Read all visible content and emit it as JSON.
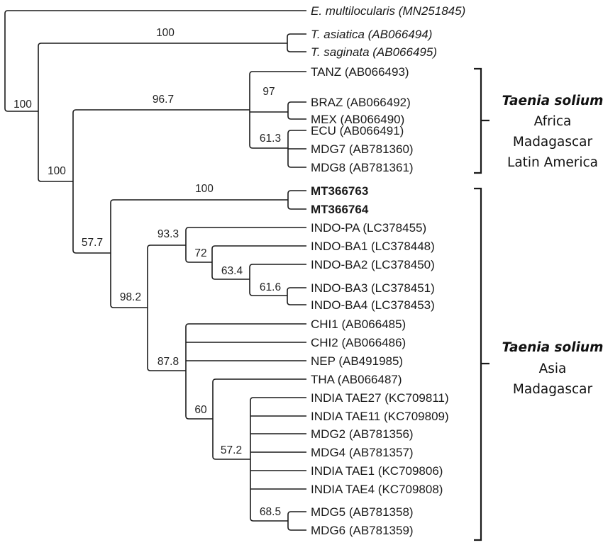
{
  "figure": {
    "type": "phylogenetic-tree",
    "leaves": [
      {
        "id": "emul",
        "label": "E. multilocularis (MN251845)",
        "style": "italic"
      },
      {
        "id": "tasi",
        "label": "T. asiatica (AB066494)",
        "style": "italic"
      },
      {
        "id": "tsag",
        "label": "T. saginata (AB066495)",
        "style": "italic"
      },
      {
        "id": "tanz",
        "label": "TANZ (AB066493)",
        "style": "normal"
      },
      {
        "id": "braz",
        "label": "BRAZ (AB066492)",
        "style": "normal"
      },
      {
        "id": "mex",
        "label": "MEX (AB066490)",
        "style": "normal"
      },
      {
        "id": "ecu",
        "label": "ECU (AB066491)",
        "style": "normal"
      },
      {
        "id": "mdg7",
        "label": "MDG7 (AB781360)",
        "style": "normal"
      },
      {
        "id": "mdg8",
        "label": "MDG8 (AB781361)",
        "style": "normal"
      },
      {
        "id": "mt3",
        "label": "MT366763",
        "style": "bold"
      },
      {
        "id": "mt4",
        "label": "MT366764",
        "style": "bold"
      },
      {
        "id": "indopa",
        "label": "INDO-PA (LC378455)",
        "style": "normal"
      },
      {
        "id": "indoba1",
        "label": "INDO-BA1 (LC378448)",
        "style": "normal"
      },
      {
        "id": "indoba2",
        "label": "INDO-BA2 (LC378450)",
        "style": "normal"
      },
      {
        "id": "indoba3",
        "label": "INDO-BA3 (LC378451)",
        "style": "normal"
      },
      {
        "id": "indoba4",
        "label": "INDO-BA4 (LC378453)",
        "style": "normal"
      },
      {
        "id": "chi1",
        "label": "CHI1 (AB066485)",
        "style": "normal"
      },
      {
        "id": "chi2",
        "label": "CHI2 (AB066486)",
        "style": "normal"
      },
      {
        "id": "nep",
        "label": "NEP (AB491985)",
        "style": "normal"
      },
      {
        "id": "tha",
        "label": "THA (AB066487)",
        "style": "normal"
      },
      {
        "id": "tae27",
        "label": "INDIA TAE27 (KC709811)",
        "style": "normal"
      },
      {
        "id": "tae11",
        "label": "INDIA TAE11 (KC709809)",
        "style": "normal"
      },
      {
        "id": "mdg2",
        "label": "MDG2 (AB781356)",
        "style": "normal"
      },
      {
        "id": "mdg4",
        "label": "MDG4 (AB781357)",
        "style": "normal"
      },
      {
        "id": "tae1",
        "label": "INDIA TAE1 (KC709806)",
        "style": "normal"
      },
      {
        "id": "tae4",
        "label": "INDIA TAE4 (KC709808)",
        "style": "normal"
      },
      {
        "id": "mdg5",
        "label": "MDG5 (AB781358)",
        "style": "normal"
      },
      {
        "id": "mdg6",
        "label": "MDG6 (AB781359)",
        "style": "normal"
      }
    ],
    "support_values": {
      "root": "100",
      "asiatica_saginata": "100",
      "solium": "100",
      "africa_latam": "96.7",
      "braz_mex": "97",
      "ecu_mdg": "61.3",
      "asia": "57.7",
      "mt_clade": "100",
      "asia_main": "98.2",
      "indo": "93.3",
      "indo_ba": "72",
      "indo_ba2_4": "63.4",
      "indo_ba3_4": "61.6",
      "asia_mainland": "87.8",
      "tha_clade": "60",
      "india_mdg": "57.2",
      "mdg5_6": "68.5"
    },
    "groups": [
      {
        "title": "Taenia solium",
        "lines": [
          "Africa",
          "Madagascar",
          "Latin America"
        ],
        "members": [
          "tanz",
          "mdg8"
        ]
      },
      {
        "title": "Taenia solium",
        "lines": [
          "Asia",
          "Madagascar"
        ],
        "members": [
          "mt3",
          "mdg6"
        ]
      }
    ],
    "colors": {
      "line": "#1a1a1a",
      "text": "#1a1a1a",
      "background": "#ffffff"
    }
  }
}
